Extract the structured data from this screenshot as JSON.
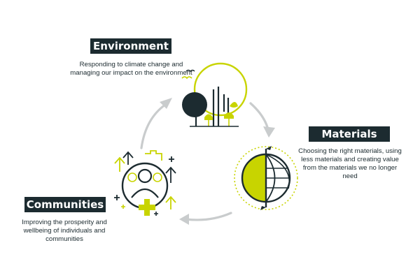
{
  "colors": {
    "dark": "#1c2b30",
    "accent": "#c8d400",
    "arrow": "#c9cccd",
    "white": "#ffffff"
  },
  "environment": {
    "title": "Environment",
    "description": "Responding to climate change and managing our impact on the environment",
    "icon": "trees-and-birds-icon"
  },
  "materials": {
    "title": "Materials",
    "description": "Choosing the right materials, using less materials and creating value from the materials we no longer need",
    "icon": "half-globe-icon"
  },
  "communities": {
    "title": "Communities",
    "description": "Improving the prosperity and wellbeing of individuals and communities",
    "icon": "people-and-growth-icon"
  }
}
